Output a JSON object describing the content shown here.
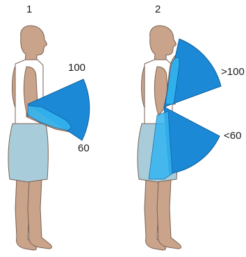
{
  "panels": [
    {
      "number": "1",
      "upper_label": "100",
      "lower_label": "60"
    },
    {
      "number": "2",
      "upper_label": ">100",
      "lower_label": "<60"
    }
  ],
  "colors": {
    "skin": "#c9a38a",
    "skin_outline": "#7a6254",
    "shirt": "#ffffff",
    "shorts": "#a9ccdb",
    "sector": "#1c89d6",
    "sector_edge": "#0d5f9e",
    "arm_highlight": "#33b4f0"
  },
  "icons": [
    "standing-figure",
    "reach-zone-sector"
  ]
}
